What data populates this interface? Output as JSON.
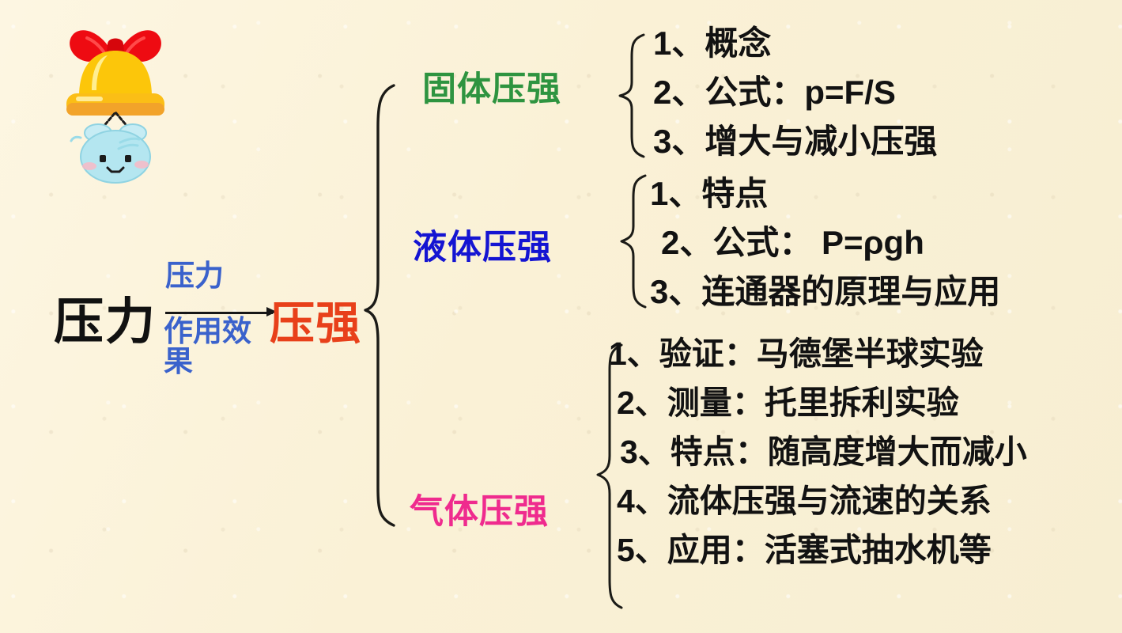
{
  "page": {
    "title": "压强 知识结构图",
    "background_color": "#fbf3db"
  },
  "mascot": {
    "name": "bell-blob-mascot",
    "parts": [
      "red-bow",
      "yellow-bell-hat",
      "blue-blob-face"
    ],
    "colors": {
      "bow": "#ee0b12",
      "bell": "#fcc60a",
      "bell_shadow": "#f2a32a",
      "blob": "#b4e6f0",
      "blob_outline": "#8fd3e2",
      "cheek": "#f8b9c6"
    }
  },
  "root": {
    "label": "压力",
    "color": "#111111"
  },
  "relation": {
    "top_label": "压力",
    "bottom_label": "作用效果",
    "color": "#3a62cc",
    "arrow_color": "#171717"
  },
  "result": {
    "label": "压强",
    "color": "#e8401a"
  },
  "branches": [
    {
      "id": "solid",
      "label": "固体压强",
      "color": "#2e9440",
      "items": [
        "1、概念",
        "2、公式：p=F/S",
        "3、增大与减小压强"
      ]
    },
    {
      "id": "liquid",
      "label": "液体压强",
      "color": "#1414d2",
      "items": [
        "1、特点",
        "2、公式： P=ρgh",
        "3、连通器的原理与应用"
      ]
    },
    {
      "id": "gas",
      "label": "气体压强",
      "color": "#ef2b8e",
      "items": [
        "1、验证：马德堡半球实验",
        "2、测量：托里拆利实验",
        "3、特点：随高度增大而减小",
        "4、流体压强与流速的关系",
        "5、应用：活塞式抽水机等"
      ]
    }
  ],
  "braces": {
    "stroke_color": "#1b1b17"
  }
}
